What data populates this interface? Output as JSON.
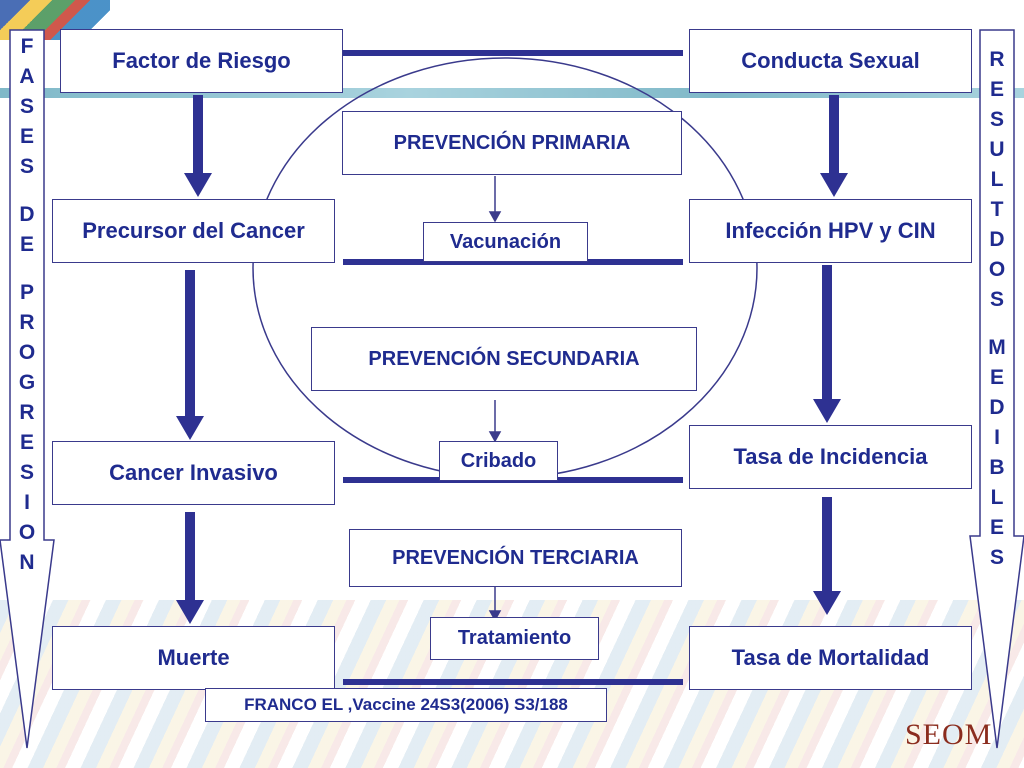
{
  "left_column": {
    "factor": "Factor de Riesgo",
    "precursor": "Precursor del  Cancer",
    "invasive": "Cancer Invasivo",
    "death": "Muerte"
  },
  "right_column": {
    "conduct": "Conducta Sexual",
    "infection": "Infección HPV y CIN",
    "incidence": "Tasa de Incidencia",
    "mortality": "Tasa de Mortalidad"
  },
  "center": {
    "primary": "PREVENCIÓN PRIMARIA",
    "vaccination": "Vacunación",
    "secondary": "PREVENCIÓN SECUNDARIA",
    "screening": "Cribado",
    "tertiary": "PREVENCIÓN TERCIARIA",
    "treatment": "Tratamiento"
  },
  "left_arrow_label": [
    "F",
    "A",
    "S",
    "E",
    "S",
    "",
    "D",
    "E",
    "",
    "P",
    "R",
    "O",
    "G",
    "R",
    "E",
    "S",
    "I",
    "O",
    "N"
  ],
  "right_arrow_label": [
    "R",
    "E",
    "S",
    "U",
    "L",
    "T",
    "D",
    "O",
    "S",
    "",
    "M",
    "E",
    "D",
    "I",
    "B",
    "L",
    "E",
    "S"
  ],
  "citation": "FRANCO EL ,Vaccine 24S3(2006) S3/188",
  "logo": "SEOM",
  "colors": {
    "text": "#1f2b8f",
    "arrow": "#2e3192",
    "border": "#3a3a8c",
    "logo": "#8b2c1e"
  }
}
